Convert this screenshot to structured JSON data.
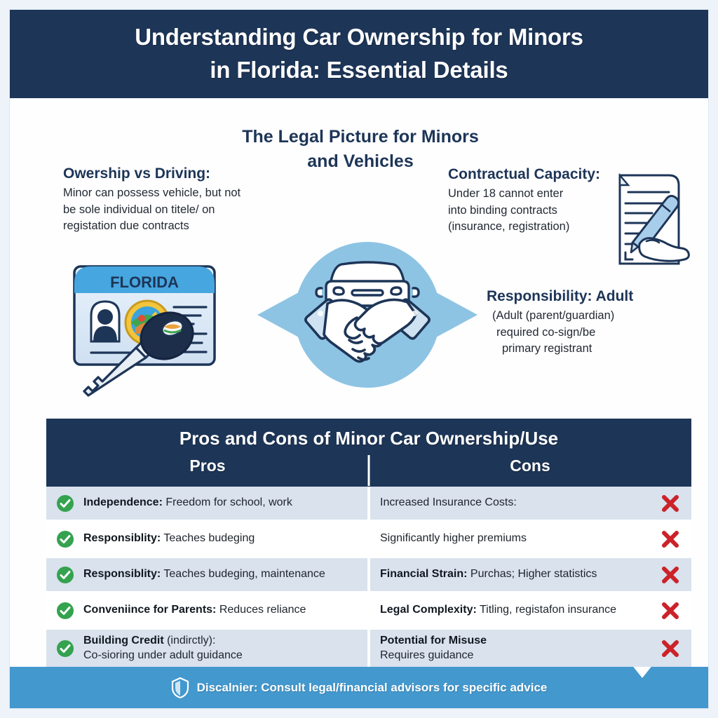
{
  "header": {
    "title_line1": "Understanding Car Ownership for Minors",
    "title_line2": "in Florida: Essential Details"
  },
  "section": {
    "heading_line1": "The Legal Picture for Minors",
    "heading_line2": "and Vehicles"
  },
  "blocks": {
    "ownership": {
      "title": "Owership vs Driving:",
      "body_line1": "Minor can possess vehicle, but not",
      "body_line2": "be sole individual on titele/ on",
      "body_line3": "registation due contracts"
    },
    "contractual": {
      "title": "Contractual Capacity:",
      "body_line1": "Under 18 cannot enter",
      "body_line2": "into binding contracts",
      "body_line3": "(insurance, registration)"
    },
    "responsibility": {
      "title": "Responsibility: Adult",
      "body_line1": "(Adult (parent/guardian)",
      "body_line2": "required co-sign/be",
      "body_line3": "primary registrant"
    }
  },
  "graphics": {
    "license_label": "FLORIDA",
    "center_icon": "handshake-car-icon",
    "license_icon": "florida-license-key-icon",
    "contract_icon": "hand-signing-contract-icon",
    "shield_icon": "shield-icon"
  },
  "table": {
    "title": "Pros and Cons of Minor Car Ownership/Use",
    "columns": [
      "Pros",
      "Cons"
    ],
    "rows": [
      {
        "pro_bold": "Independence:",
        "pro_rest": " Freedom for school, work",
        "pro_sub": "",
        "con_bold": "",
        "con_rest": "Increased Insurance Costs:",
        "con_sub": ""
      },
      {
        "pro_bold": "Responsiblity:",
        "pro_rest": " Teaches budeging",
        "pro_sub": "",
        "con_bold": "",
        "con_rest": "Significantly higher premiums",
        "con_sub": ""
      },
      {
        "pro_bold": "Responsiblity:",
        "pro_rest": " Teaches budeging, maintenance",
        "pro_sub": "",
        "con_bold": "Financial Strain:",
        "con_rest": " Purchas; Higher statistics",
        "con_sub": ""
      },
      {
        "pro_bold": "Conveniince for Parents:",
        "pro_rest": " Reduces reliance",
        "pro_sub": "",
        "con_bold": "Legal Complexity:",
        "con_rest": " Titling, registafon insurance",
        "con_sub": ""
      },
      {
        "pro_bold": "Building Credit",
        "pro_rest": " (indirctly):",
        "pro_sub": "Co-sioring under adult guidance",
        "con_bold": "Potential for Misuse",
        "con_rest": "",
        "con_sub": "Requires guidance"
      }
    ],
    "check_icon": "check-circle-icon",
    "x_icon": "cross-mark-icon"
  },
  "footer": {
    "text": "Discalnier: Consult legal/financial advisors for specific advice"
  },
  "colors": {
    "navy": "#1d3557",
    "footer_blue": "#4398ce",
    "row_alt": "#d9e2ed",
    "check_green": "#34a24f",
    "x_red": "#cc2229",
    "light_blue": "#8ec4e3"
  }
}
